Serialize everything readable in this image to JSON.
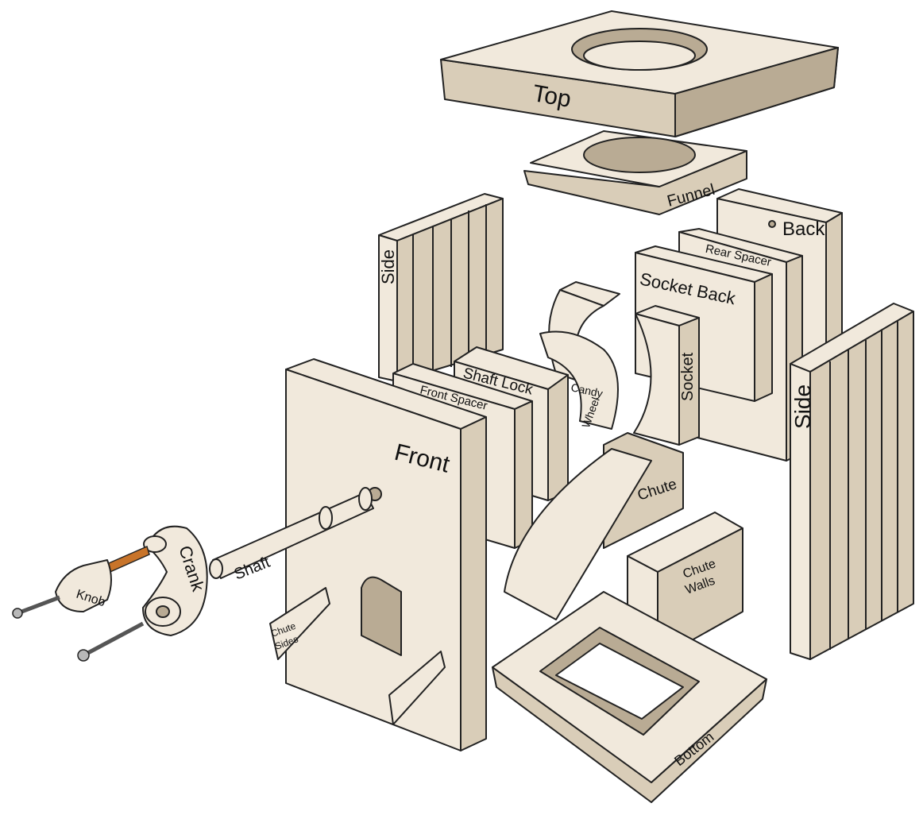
{
  "diagram": {
    "labels": {
      "top": "Top",
      "funnel": "Funnel",
      "back": "Back",
      "rear_spacer": "Rear Spacer",
      "socket_back": "Socket Back",
      "side_left": "Side",
      "side_right": "Side",
      "socket": "Socket",
      "shaft_lock": "Shaft Lock",
      "candy_wheel_1": "Candy",
      "candy_wheel_2": "Wheel",
      "front_spacer": "Front Spacer",
      "front": "Front",
      "chute": "Chute",
      "chute_walls_1": "Chute",
      "chute_walls_2": "Walls",
      "crank": "Crank",
      "knob": "Knob",
      "shaft": "Shaft",
      "chute_sides_1": "Chute",
      "chute_sides_2": "Sides",
      "bottom": "Bottom"
    },
    "colors": {
      "wood": "#f1e9dc",
      "outline": "#222222",
      "dowel": "#c8742a"
    }
  }
}
